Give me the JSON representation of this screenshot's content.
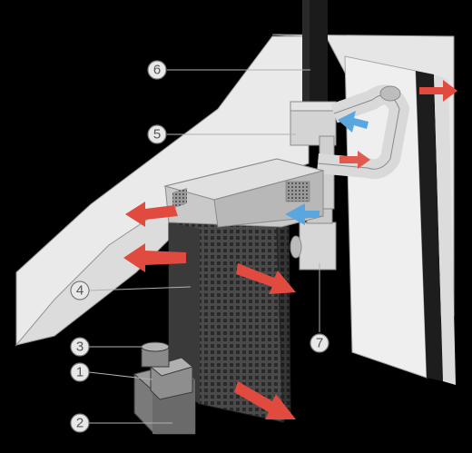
{
  "diagram": {
    "callouts": [
      {
        "id": "1",
        "label": "1"
      },
      {
        "id": "2",
        "label": "2"
      },
      {
        "id": "3",
        "label": "3"
      },
      {
        "id": "4",
        "label": "4"
      },
      {
        "id": "5",
        "label": "5"
      },
      {
        "id": "6",
        "label": "6"
      },
      {
        "id": "7",
        "label": "7"
      }
    ]
  },
  "colors": {
    "background": "#000000",
    "wall": "#e9e9e9",
    "wall_edge": "#9a9a9a",
    "heater_front": "#454545",
    "heater_side": "#2f2f2f",
    "heater_top": "#c6c6c6",
    "duct": "#d9d9d9",
    "warm_arrow": "#e14b3f",
    "cool_arrow": "#5aa7e0",
    "callout": "#666666"
  }
}
